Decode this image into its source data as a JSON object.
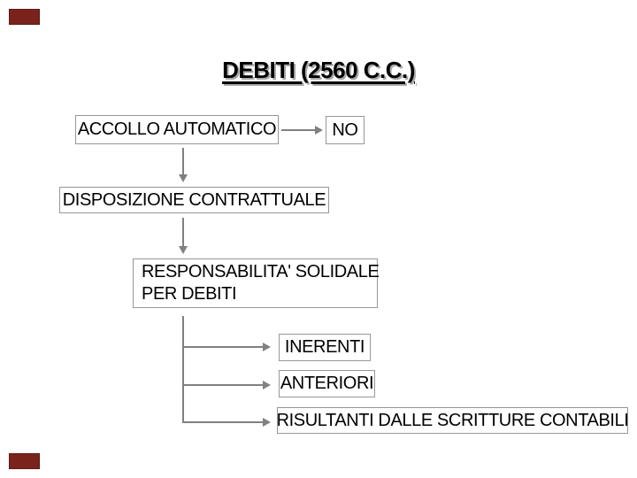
{
  "slide": {
    "title": "DEBITI (2560 C.C.)"
  },
  "nodes": {
    "accollo": "ACCOLLO AUTOMATICO",
    "no": "NO",
    "disposizione": "DISPOSIZIONE CONTRATTUALE",
    "responsabilita_line1": "RESPONSABILITA' SOLIDALE",
    "responsabilita_line2": "PER DEBITI",
    "inerenti": "INERENTI",
    "anteriori": "ANTERIORI",
    "risultanti": "RISULTANTI DALLE SCRITTURE CONTABILI"
  },
  "colors": {
    "border_color": "#979797",
    "arrow_color": "#808080",
    "text_color": "#000000",
    "title_shadow": "#a9a9a9",
    "corner_marker": "#7a231d",
    "bg": "#ffffff"
  }
}
